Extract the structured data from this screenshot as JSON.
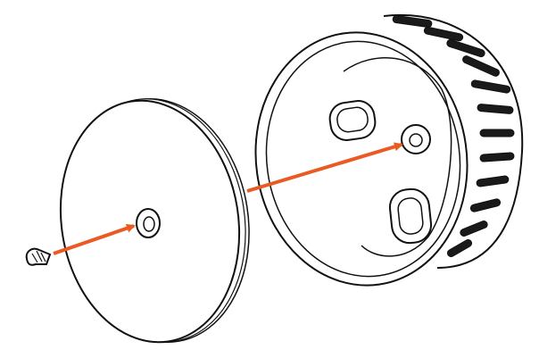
{
  "colors": {
    "background": "#ffffff",
    "line": "#111111",
    "arrow": "#ea5b24"
  },
  "parts": [
    {
      "name": "screw",
      "icon": "screw-icon"
    },
    {
      "name": "cover-plate",
      "icon": "round-cover-icon"
    },
    {
      "name": "housing-base",
      "icon": "cylindrical-housing-icon"
    }
  ],
  "arrows": [
    {
      "from": "screw",
      "to": "cover-plate-center-hole"
    },
    {
      "from": "cover-plate-back",
      "to": "housing-center-boss"
    }
  ]
}
